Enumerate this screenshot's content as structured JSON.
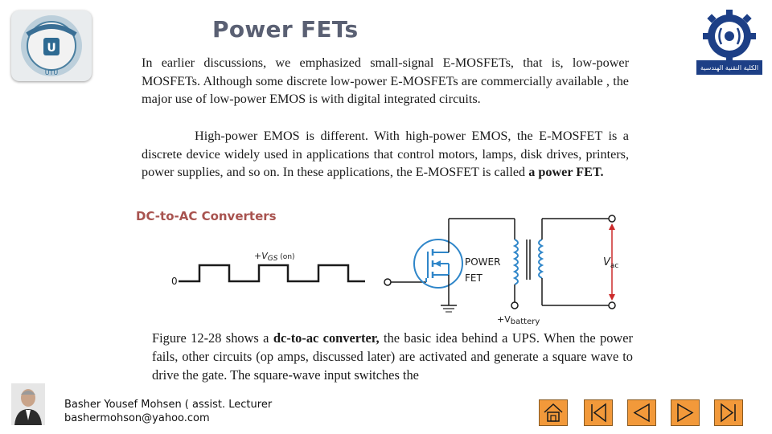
{
  "slide": {
    "title": "Power FETs",
    "paragraph1": "In earlier discussions, we emphasized small-signal E-MOSFETs, that is, low-power MOSFETs. Although some discrete low-power E-MOSFETs are commercially available , the major use of low-power EMOS is with digital integrated circuits.",
    "paragraph2_part1": "High-power EMOS is different. With high-power EMOS, the E-MOSFET is a discrete device widely used in applications that control motors, lamps, disk drives, printers, power supplies, and so on. In these applications, the E-MOSFET is called ",
    "paragraph2_bold": "a power FET.",
    "subheading": "DC-to-AC Converters",
    "paragraph3_part1": "Figure 12-28 shows a ",
    "paragraph3_bold": "dc-to-ac converter,",
    "paragraph3_part2": " the basic idea behind a UPS. When the power fails, other circuits (op amps, discussed later) are activated and generate a square wave to drive the gate. The square-wave input switches the"
  },
  "figure": {
    "waveform_label_prefix": "+V",
    "waveform_label_sub": "GS",
    "waveform_label_suffix": " (on)",
    "zero_label": "0",
    "fet_label_line1": "POWER",
    "fet_label_line2": "FET",
    "battery_label_prefix": "+V",
    "battery_label_sub": "battery",
    "vac_label": "V",
    "vac_sub": "ac"
  },
  "footer": {
    "author": "Basher Yousef Mohsen ( assist. Lecturer",
    "email": "bashermohson@yahoo.com"
  },
  "logos": {
    "left_text": "UTU",
    "right_text": "الكلية التقنية الهندسية"
  },
  "colors": {
    "title": "#5a6073",
    "subheading": "#a8534f",
    "nav_button": "#f2993a",
    "circuit_blue": "#2f86c9"
  },
  "nav": {
    "buttons": [
      "home-icon",
      "first-slide-icon",
      "previous-icon",
      "next-icon",
      "last-slide-icon"
    ]
  }
}
